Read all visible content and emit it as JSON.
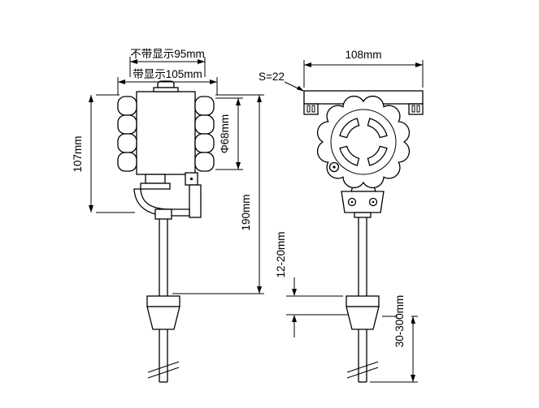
{
  "colors": {
    "line": "#000000",
    "background": "#ffffff"
  },
  "left_view": {
    "dim_no_display": "不带显示95mm",
    "dim_with_display": "带显示105mm",
    "dim_height": "107mm",
    "dim_diameter": "Φ68mm",
    "dim_total_height": "190mm"
  },
  "right_view": {
    "dim_width": "108mm",
    "dim_hex_size": "S=22",
    "dim_thread": "12-20mm",
    "dim_insertion": "30-300mm"
  }
}
